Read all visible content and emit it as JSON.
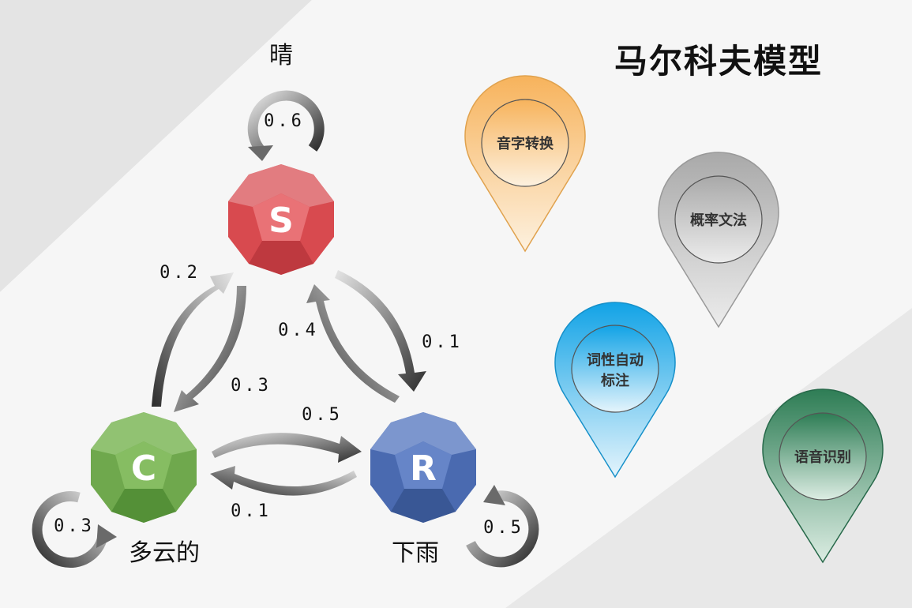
{
  "title": "马尔科夫模型",
  "states": {
    "sunny": {
      "letter": "S",
      "label": "晴",
      "color": "#d84a4f"
    },
    "cloudy": {
      "letter": "C",
      "label": "多云的",
      "color": "#6fa84d"
    },
    "rainy": {
      "letter": "R",
      "label": "下雨",
      "color": "#4a6ab0"
    }
  },
  "transitions": {
    "sunny_sunny": "0.6",
    "cloudy_sunny": "0.2",
    "sunny_cloudy": "0.3",
    "sunny_rainy": "0.1",
    "rainy_sunny": "0.4",
    "cloudy_rainy": "0.5",
    "rainy_cloudy": "0.1",
    "cloudy_cloudy": "0.3",
    "rainy_rainy": "0.5"
  },
  "applications": [
    {
      "line1": "音字转换",
      "line2": "",
      "color": "#f7b35c"
    },
    {
      "line1": "概率文法",
      "line2": "",
      "color": "#a9a9a9"
    },
    {
      "line1": "词性自动",
      "line2": "标注",
      "color": "#1aa7e8"
    },
    {
      "line1": "语音识别",
      "line2": "",
      "color": "#2e7d55"
    }
  ]
}
